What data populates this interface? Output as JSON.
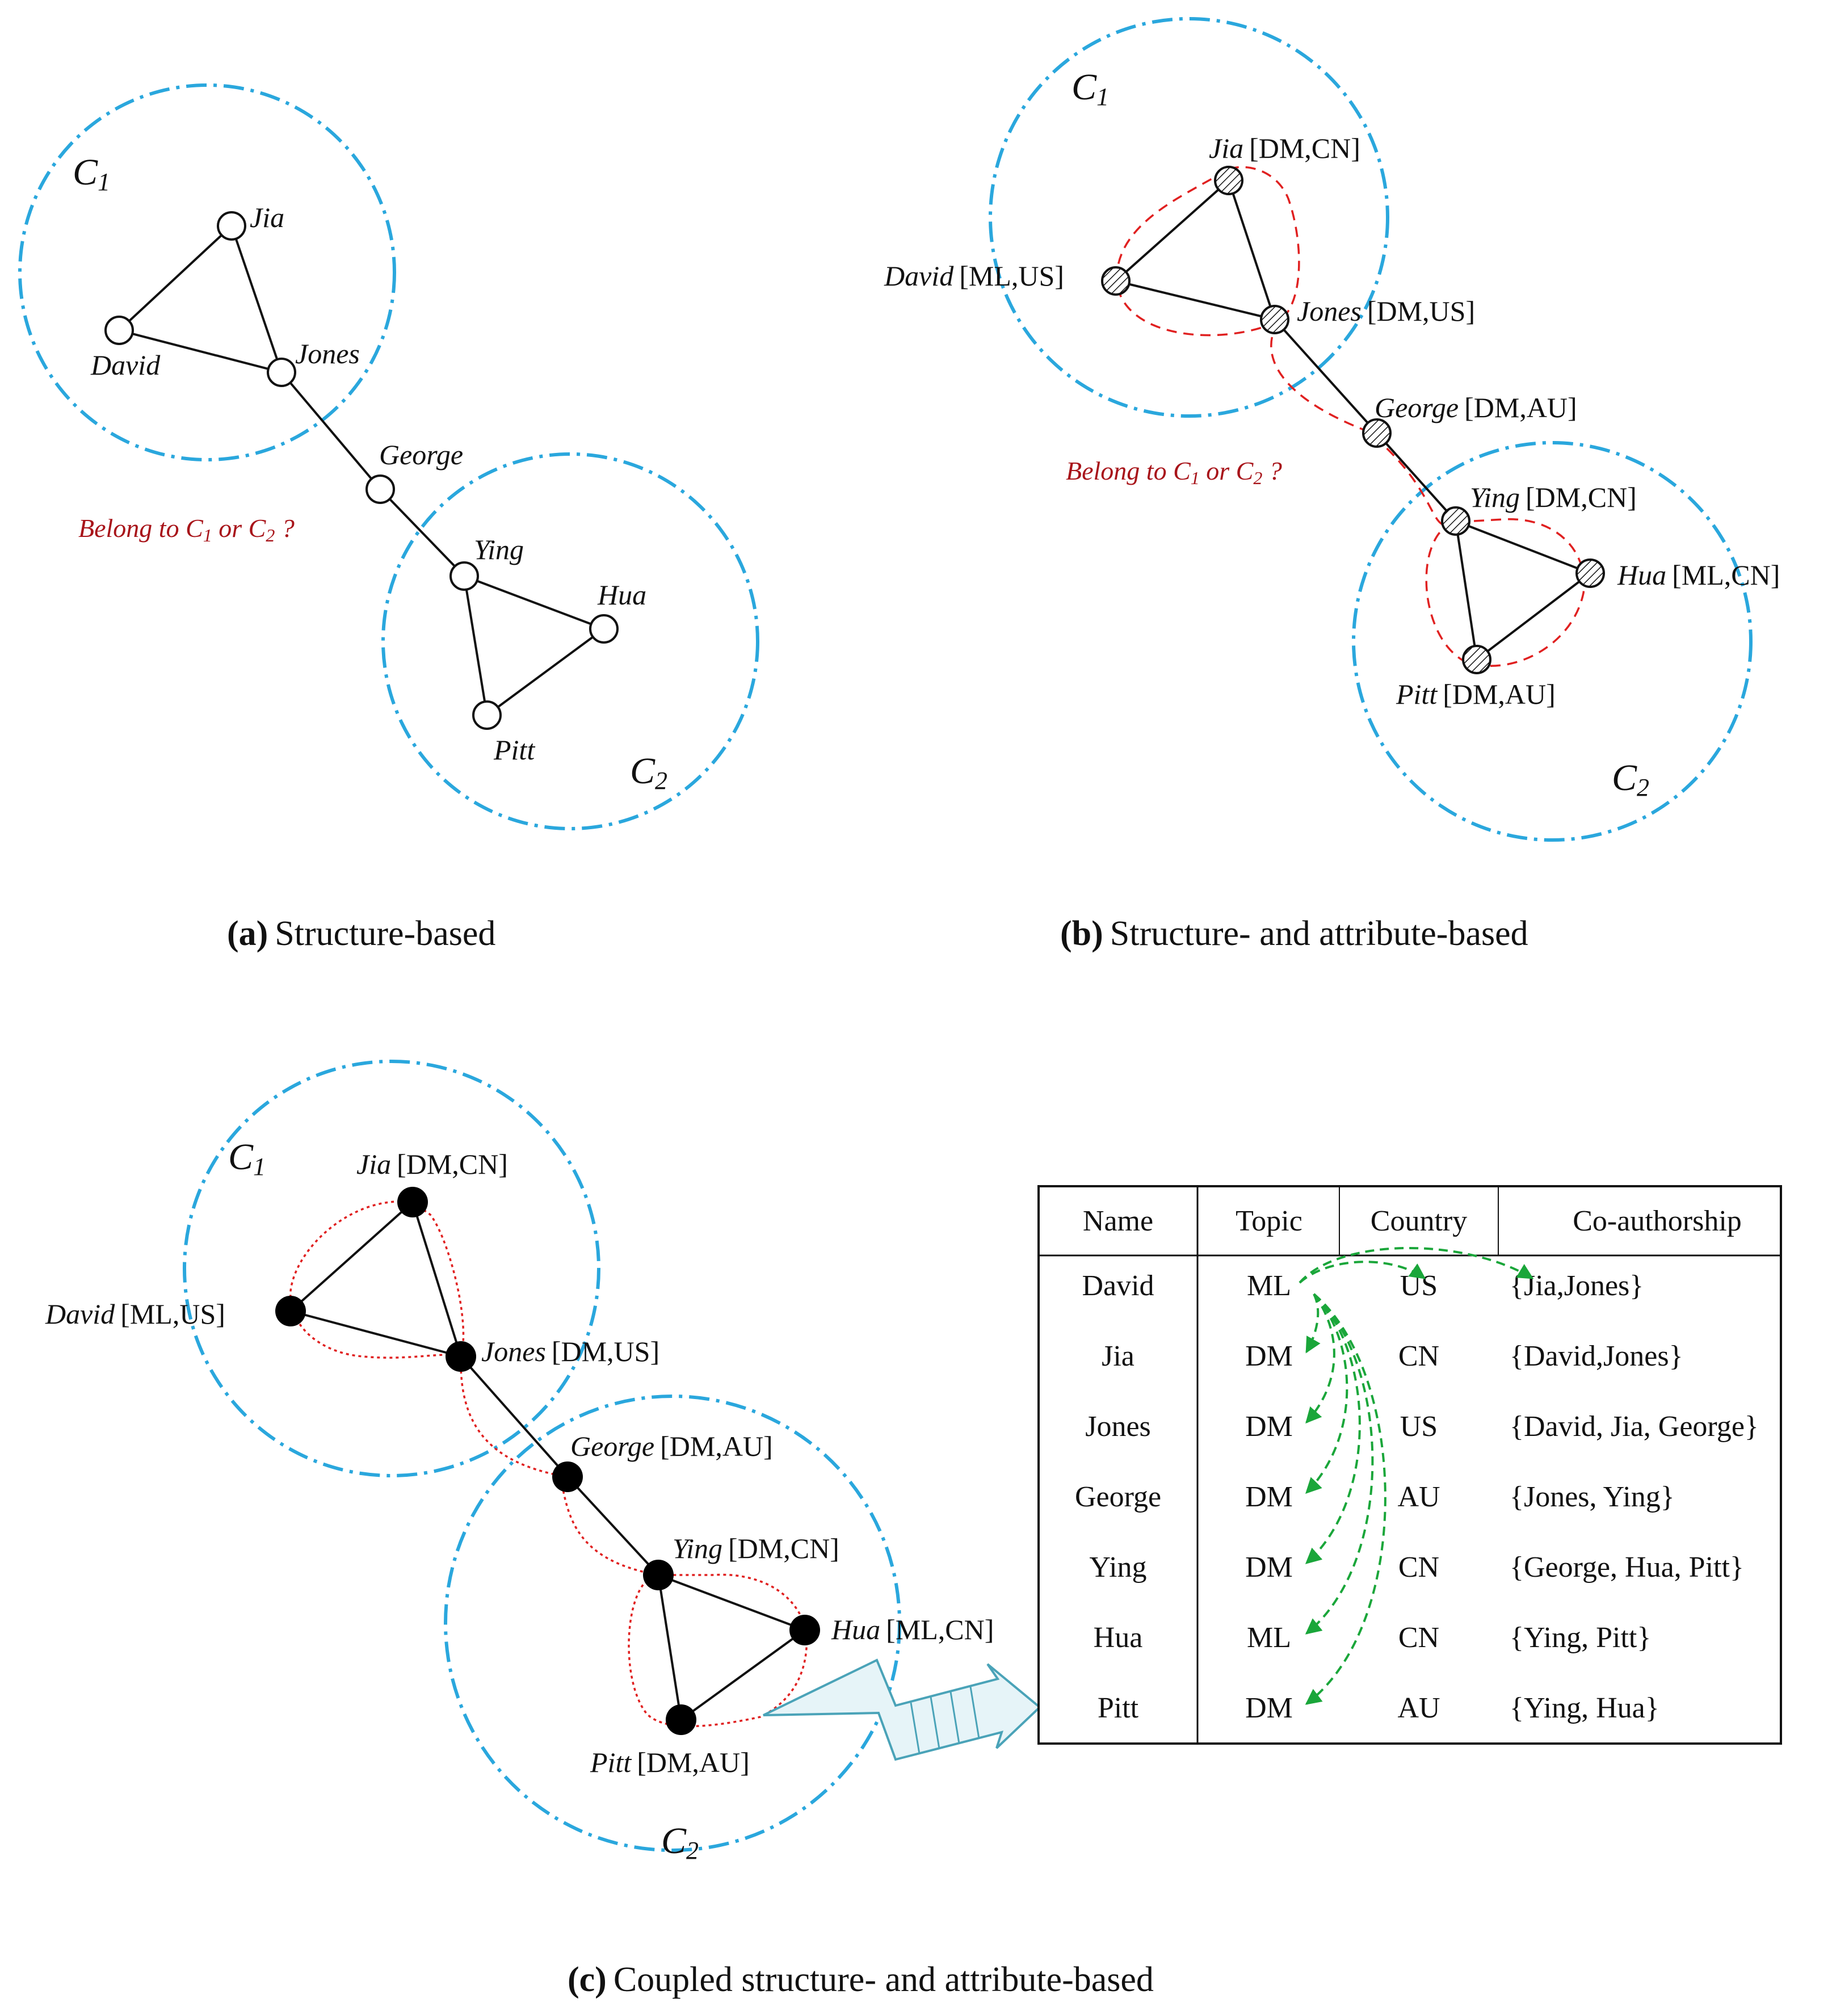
{
  "panels": {
    "a": {
      "nodes": {
        "jia": "Jia",
        "david": "David",
        "jones": "Jones",
        "george": "George",
        "ying": "Ying",
        "hua": "Hua",
        "pitt": "Pitt"
      },
      "community_1": {
        "letter": "C",
        "sub": "1"
      },
      "community_2": {
        "letter": "C",
        "sub": "2"
      },
      "question": {
        "lead": "Belong to C",
        "sub1": "1",
        "mid": " or C",
        "sub2": "2",
        "tail": " ?"
      },
      "caption": {
        "label": "(a)",
        "text": "Structure-based"
      }
    },
    "b": {
      "nodes": {
        "jia": {
          "name": "Jia",
          "attrs": "[DM,CN]"
        },
        "david": {
          "name": "David",
          "attrs": "[ML,US]"
        },
        "jones": {
          "name": "Jones",
          "attrs": "[DM,US]"
        },
        "george": {
          "name": "George",
          "attrs": "[DM,AU]"
        },
        "ying": {
          "name": "Ying",
          "attrs": "[DM,CN]"
        },
        "hua": {
          "name": "Hua",
          "attrs": "[ML,CN]"
        },
        "pitt": {
          "name": "Pitt",
          "attrs": "[DM,AU]"
        }
      },
      "community_1": {
        "letter": "C",
        "sub": "1"
      },
      "community_2": {
        "letter": "C",
        "sub": "2"
      },
      "question": {
        "lead": "Belong to C",
        "sub1": "1",
        "mid": " or C",
        "sub2": "2",
        "tail": " ?"
      },
      "caption": {
        "label": "(b)",
        "text": "Structure- and attribute-based"
      }
    },
    "c": {
      "nodes": {
        "jia": {
          "name": "Jia",
          "attrs": "[DM,CN]"
        },
        "david": {
          "name": "David",
          "attrs": "[ML,US]"
        },
        "jones": {
          "name": "Jones",
          "attrs": "[DM,US]"
        },
        "george": {
          "name": "George",
          "attrs": "[DM,AU]"
        },
        "ying": {
          "name": "Ying",
          "attrs": "[DM,CN]"
        },
        "hua": {
          "name": "Hua",
          "attrs": "[ML,CN]"
        },
        "pitt": {
          "name": "Pitt",
          "attrs": "[DM,AU]"
        }
      },
      "community_1": {
        "letter": "C",
        "sub": "1"
      },
      "community_2": {
        "letter": "C",
        "sub": "2"
      },
      "table": {
        "headers": [
          "Name",
          "Topic",
          "Country",
          "Co-authorship"
        ],
        "rows": [
          [
            "David",
            "ML",
            "US",
            "{Jia,Jones}"
          ],
          [
            "Jia",
            "DM",
            "CN",
            "{David,Jones}"
          ],
          [
            "Jones",
            "DM",
            "US",
            "{David, Jia, George}"
          ],
          [
            "George",
            "DM",
            "AU",
            "{Jones, Ying}"
          ],
          [
            "Ying",
            "DM",
            "CN",
            "{George, Hua, Pitt}"
          ],
          [
            "Hua",
            "ML",
            "CN",
            "{Ying, Pitt}"
          ],
          [
            "Pitt",
            "DM",
            "AU",
            "{Ying, Hua}"
          ]
        ]
      },
      "caption": {
        "label": "(c)",
        "text": "Coupled structure- and attribute-based"
      }
    }
  },
  "colors": {
    "community_boundary": "#2aa7dd",
    "question_text": "#a8141a",
    "grouping": "#e02020",
    "coupling_arrows": "#1aa63a",
    "pointer_arrow": "#4aa3b8"
  }
}
